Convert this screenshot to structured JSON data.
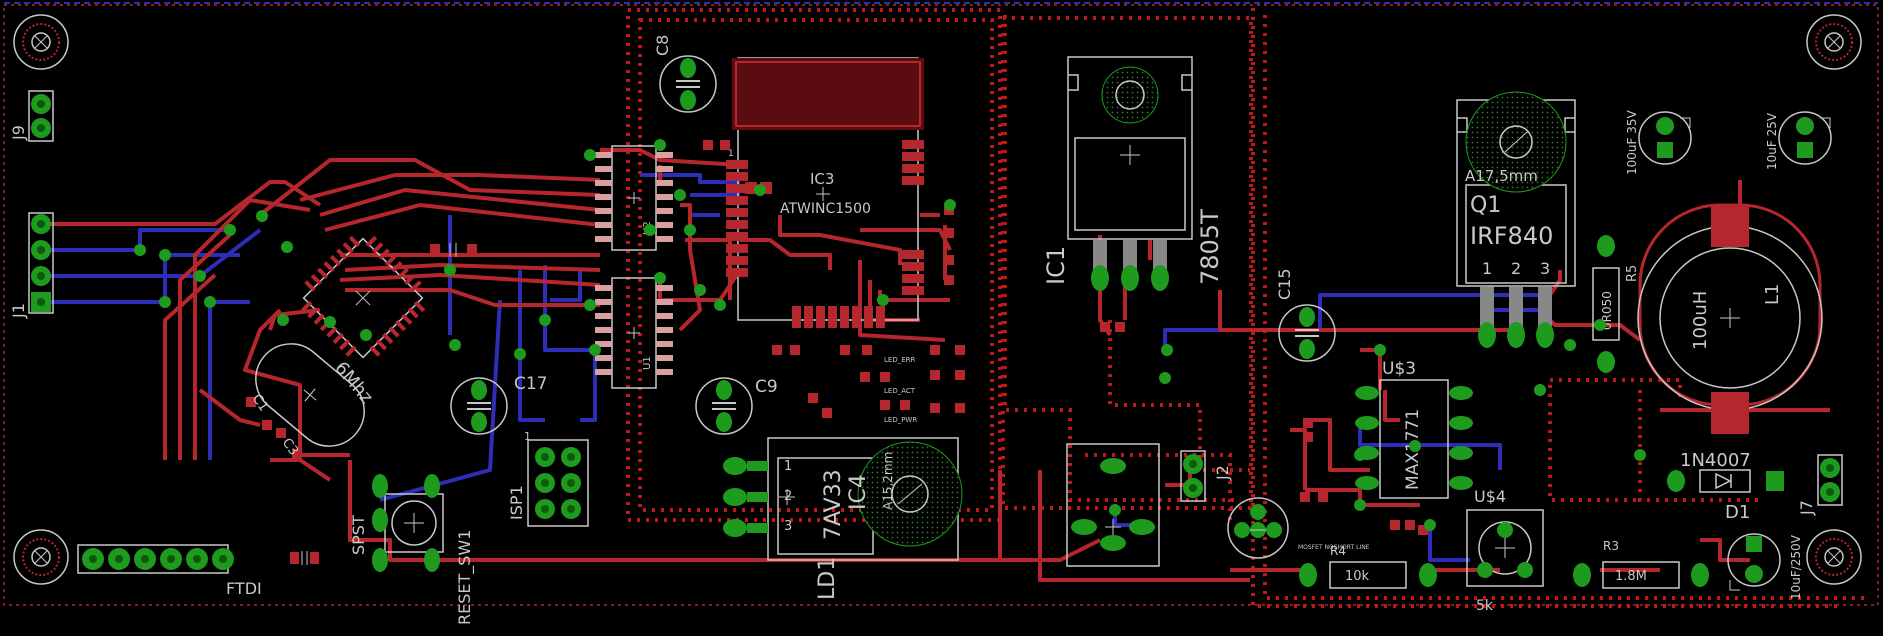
{
  "labels": {
    "j9": "J9",
    "j1": "J1",
    "ftdi": "FTDI",
    "spst": "SPST",
    "reset_sw1": "RESET_SW1",
    "isp1": "ISP1",
    "isp_pin1": "1",
    "c17": "C17",
    "crystal": "6Mhz",
    "xtal_cap1": "C1",
    "xtal_cap2": "C3",
    "c8": "C8",
    "c9": "C9",
    "ic3": "IC3",
    "atwinc": "ATWINC1500",
    "u2": "U2",
    "u1": "U1",
    "ic4": "IC4",
    "v7av33": "7AV33",
    "ld1": "LD1",
    "a15": "A15,2mm",
    "ic4_pins": [
      "1",
      "2",
      "3"
    ],
    "led_err": "LED_ERR",
    "led_act": "LED_ACT",
    "led_pwr": "LED_PWR",
    "ic1": "IC1",
    "v7805": "7805T",
    "c15": "C15",
    "j2": "J2",
    "us3": "U$3",
    "max1771": "MAX1771",
    "us4": "U$4",
    "five_k": "5k",
    "mosfet_note": "MOSFET NOSHORT LINE",
    "r4": "R4",
    "r4_val": "10k",
    "r3": "R3",
    "r3_val": "1.8M",
    "q1": "Q1",
    "irf840": "IRF840",
    "a17": "A17,5mm",
    "q1_pins": [
      "1",
      "2",
      "3"
    ],
    "r5": "R5",
    "r5_val": "0R050",
    "l1": "L1",
    "l1_val": "100uH",
    "c_35v": "100uF 35V",
    "c_25v": "10uF 25V",
    "d1": "D1",
    "n4007": "1N4007",
    "j7": "J7",
    "c_250v": "10uF/250V",
    "ic3_pin1": "1"
  },
  "colors": {
    "background": "#000000",
    "top_copper": "#b5262d",
    "bottom_copper": "#2d2db8",
    "pad": "#1e9a1e",
    "pad_dark": "#0d5a0d",
    "silk": "#c8c8c8",
    "smd": "#b5262d",
    "polygon": "#c01818",
    "dimension": "#8a8a8a"
  },
  "icons": {
    "mount_hole": "mounting-hole-icon",
    "via": "via-icon",
    "pad": "through-hole-pad-icon"
  }
}
